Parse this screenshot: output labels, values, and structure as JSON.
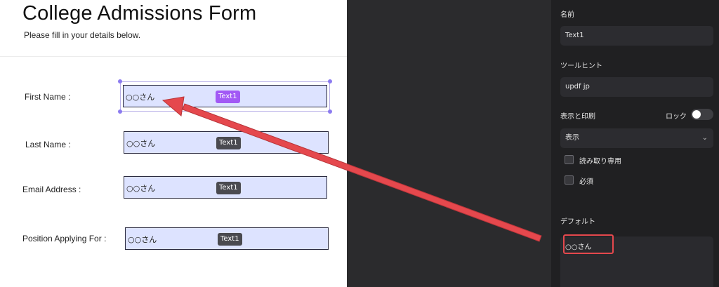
{
  "form": {
    "title": "College Admissions Form",
    "subtitle": "Please fill in your details below.",
    "fields": [
      {
        "label": "First Name :",
        "value": "○○さん",
        "tag": "Text1"
      },
      {
        "label": "Last Name :",
        "value": "○○さん",
        "tag": "Text1"
      },
      {
        "label": "Email Address :",
        "value": "○○さん",
        "tag": "Text1"
      },
      {
        "label": "Position Applying For :",
        "value": "○○さん",
        "tag": "Text1"
      }
    ]
  },
  "panel": {
    "name_label": "名前",
    "name_value": "Text1",
    "tooltip_label": "ツールヒント",
    "tooltip_value": "updf jp",
    "display_label": "表示と印刷",
    "lock_label": "ロック",
    "lock_on": false,
    "display_value": "表示",
    "readonly_label": "読み取り専用",
    "required_label": "必須",
    "default_label": "デフォルト",
    "default_value": "○○さん"
  },
  "colors": {
    "field_fill": "#dde3ff",
    "active_tag": "#a259f5",
    "arrow": "#e5484d",
    "panel_bg": "#202022"
  },
  "icons": {
    "chevron": "chevron-down-icon",
    "arrow": "annotation-arrow"
  }
}
